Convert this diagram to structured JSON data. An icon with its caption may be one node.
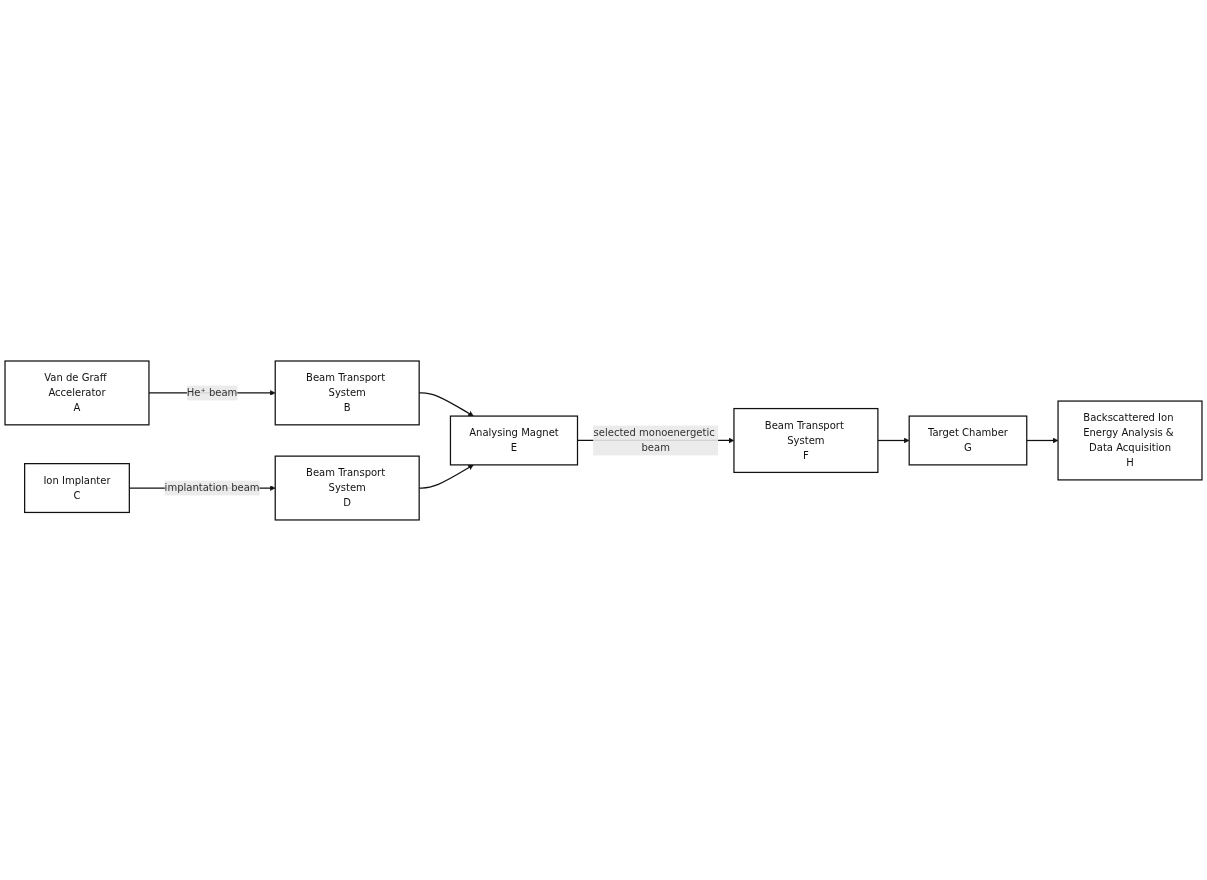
{
  "diagram": {
    "nodes": [
      {
        "text": [
          "Van de Graff Accelerator",
          "A"
        ]
      },
      {
        "text": [
          "Beam Transport System",
          "B"
        ]
      },
      {
        "text": [
          "Ion Implanter",
          "C"
        ]
      },
      {
        "text": [
          "Beam Transport System",
          "D"
        ]
      },
      {
        "text": [
          "Analysing Magnet",
          "E"
        ]
      },
      {
        "text": [
          "Beam Transport System",
          "F"
        ]
      },
      {
        "text": [
          "Target Chamber",
          "G"
        ]
      },
      {
        "text": [
          "Backscattered Ion Energy Analysis & Data Acquisition",
          "H"
        ]
      }
    ],
    "edges": [
      {
        "from": 0,
        "to": 1,
        "arrow": "to",
        "label": "He⁺ beam"
      },
      {
        "from": 2,
        "to": 3,
        "arrow": "to",
        "label": "implantation beam"
      },
      {
        "from": 1,
        "to": 4,
        "arrow": "to"
      },
      {
        "from": 3,
        "to": 4,
        "arrow": "to"
      },
      {
        "from": 4,
        "to": 5,
        "arrow": "to",
        "label": "selected monoenergetic beam"
      },
      {
        "from": 5,
        "to": 6,
        "arrow": "to"
      },
      {
        "from": 6,
        "to": 7,
        "arrow": "to"
      }
    ]
  }
}
